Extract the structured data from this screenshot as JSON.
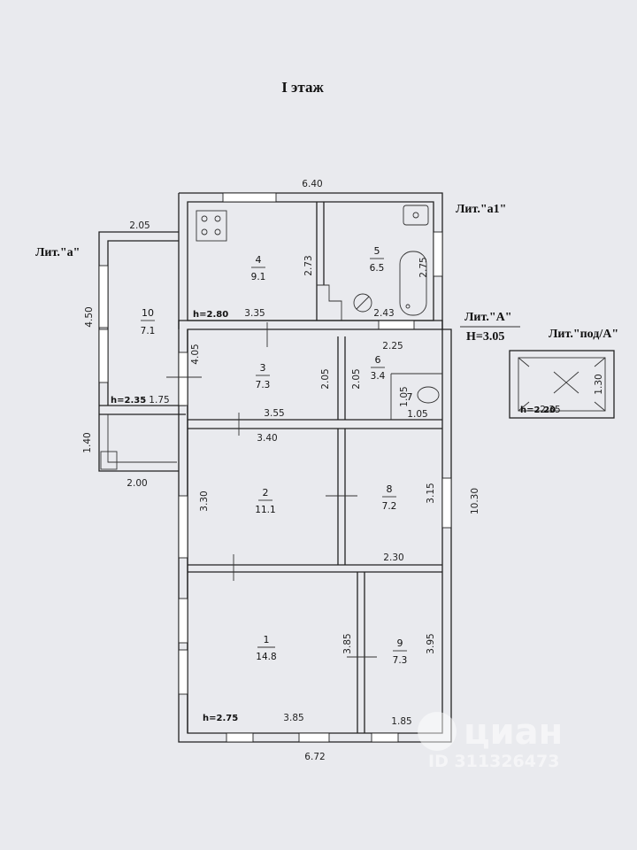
{
  "floor_title": "I этаж",
  "labels": {
    "lit_a": "Лит.\"а\"",
    "lit_a1": "Лит.\"а1\"",
    "lit_A": "Лит.\"А\"",
    "lit_A_height": "H=3.05",
    "lit_pod_A": "Лит.\"под/А\""
  },
  "rooms": [
    {
      "num": "1",
      "area": "14.8"
    },
    {
      "num": "2",
      "area": "11.1"
    },
    {
      "num": "3",
      "area": "7.3"
    },
    {
      "num": "4",
      "area": "9.1"
    },
    {
      "num": "5",
      "area": "6.5"
    },
    {
      "num": "6",
      "area": "3.4"
    },
    {
      "num": "7",
      "area": ""
    },
    {
      "num": "8",
      "area": "7.2"
    },
    {
      "num": "9",
      "area": "7.3"
    },
    {
      "num": "10",
      "area": "7.1"
    }
  ],
  "heights": {
    "a1": "h=2.80",
    "a": "h=2.35",
    "A": "h=2.75",
    "pod": "h=2.20"
  },
  "dimensions": {
    "top_a1": "6.40",
    "top_a": "2.05",
    "a_side": "4.50",
    "a_lower_side": "1.40",
    "a_bottom": "2.00",
    "r10_inner": "1.75",
    "r4_width": "3.35",
    "r4_height": "2.73",
    "r5_width": "2.43",
    "r5_height": "2.75",
    "left_4_05": "4.05",
    "r6_width": "2.25",
    "r3_height": "2.05",
    "r6_height": "2.05",
    "r7_height": "1.05",
    "r7_width": "1.05",
    "r3_width": "3.55",
    "r2_width": "3.40",
    "r2_height": "3.30",
    "r8_height": "3.15",
    "right_total": "10.30",
    "r8_width": "2.30",
    "r1_height": "3.85",
    "r9_height": "3.95",
    "r1_width": "3.85",
    "r9_width": "1.85",
    "bottom_total": "6.72",
    "pod_width": "2.35",
    "pod_height": "1.30"
  },
  "watermark": {
    "brand": "циан",
    "id": "ID 311326473"
  }
}
